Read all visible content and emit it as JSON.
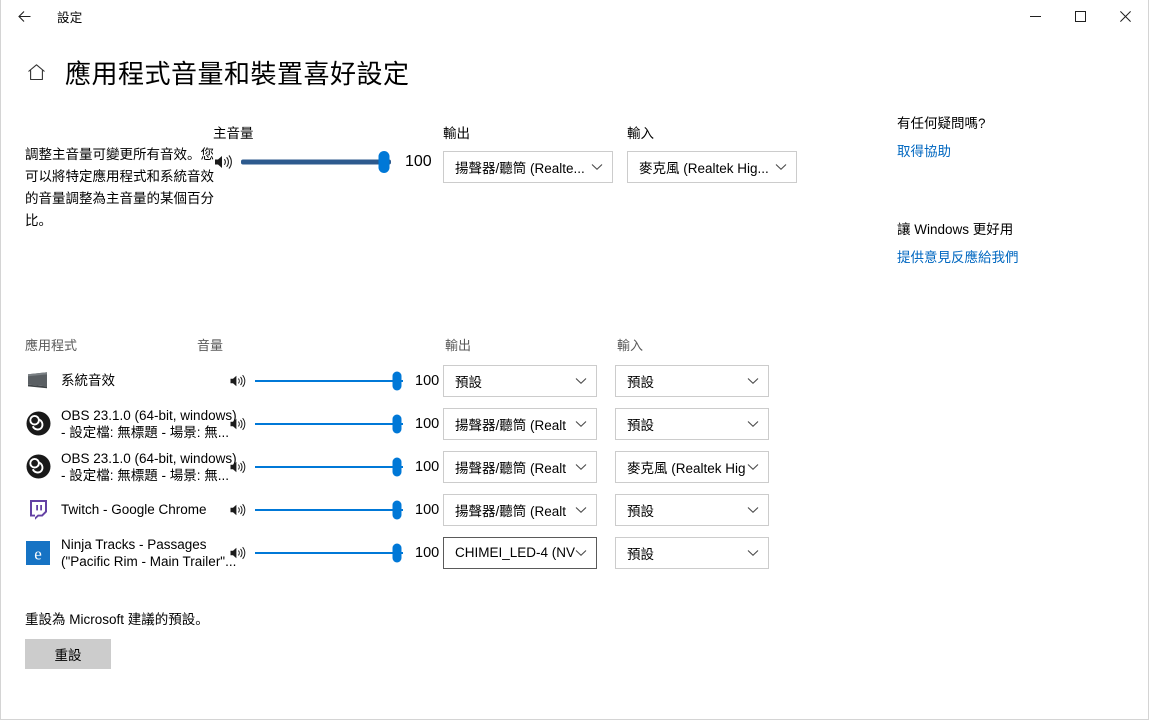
{
  "titlebar": {
    "back_icon": "back-arrow-icon",
    "title": "設定",
    "minimize": "−",
    "maximize": "□",
    "close": "✕"
  },
  "page": {
    "home_icon": "home-icon",
    "title": "應用程式音量和裝置喜好設定"
  },
  "master": {
    "description": "調整主音量可變更所有音效。您可以將特定應用程式和系統音效的音量調整為主音量的某個百分比。",
    "volume_label": "主音量",
    "volume_value": "100",
    "volume_percent": 100,
    "output_label": "輸出",
    "output_value": "揚聲器/聽筒 (Realte...",
    "input_label": "輸入",
    "input_value": "麥克風 (Realtek Hig..."
  },
  "help": {
    "question_heading": "有任何疑問嗎?",
    "question_link": "取得協助",
    "improve_heading": "讓 Windows 更好用",
    "improve_link": "提供意見反應給我們"
  },
  "applist": {
    "headers": {
      "app": "應用程式",
      "volume": "音量",
      "output": "輸出",
      "input": "輸入"
    },
    "rows": [
      {
        "icon": "system-sounds-icon",
        "name_line1": "系統音效",
        "name_line2": "",
        "volume": "100",
        "volume_percent": 100,
        "output": "預設",
        "input": "預設",
        "output_hovered": false
      },
      {
        "icon": "obs-icon",
        "name_line1": "OBS 23.1.0 (64-bit, windows)",
        "name_line2": "- 設定檔: 無標題 - 場景: 無...",
        "volume": "100",
        "volume_percent": 100,
        "output": "揚聲器/聽筒 (Realt",
        "input": "預設",
        "output_hovered": false
      },
      {
        "icon": "obs-icon",
        "name_line1": "OBS 23.1.0 (64-bit, windows)",
        "name_line2": "- 設定檔: 無標題 - 場景: 無...",
        "volume": "100",
        "volume_percent": 100,
        "output": "揚聲器/聽筒 (Realt",
        "input": "麥克風 (Realtek Hig",
        "output_hovered": false
      },
      {
        "icon": "twitch-icon",
        "name_line1": "Twitch - Google Chrome",
        "name_line2": "",
        "volume": "100",
        "volume_percent": 100,
        "output": "揚聲器/聽筒 (Realt",
        "input": "預設",
        "output_hovered": false
      },
      {
        "icon": "edge-icon",
        "name_line1": "Ninja Tracks - Passages",
        "name_line2": "(\"Pacific Rim - Main Trailer\"...",
        "volume": "100",
        "volume_percent": 100,
        "output": "CHIMEI_LED-4 (NV",
        "input": "預設",
        "output_hovered": true
      }
    ]
  },
  "reset": {
    "text": "重設為 Microsoft 建議的預設。",
    "button_label": "重設"
  },
  "colors": {
    "accent": "#0078d7",
    "link": "#0067c0",
    "master_track": "#2d5a8e",
    "button_bg": "#cccccc"
  }
}
